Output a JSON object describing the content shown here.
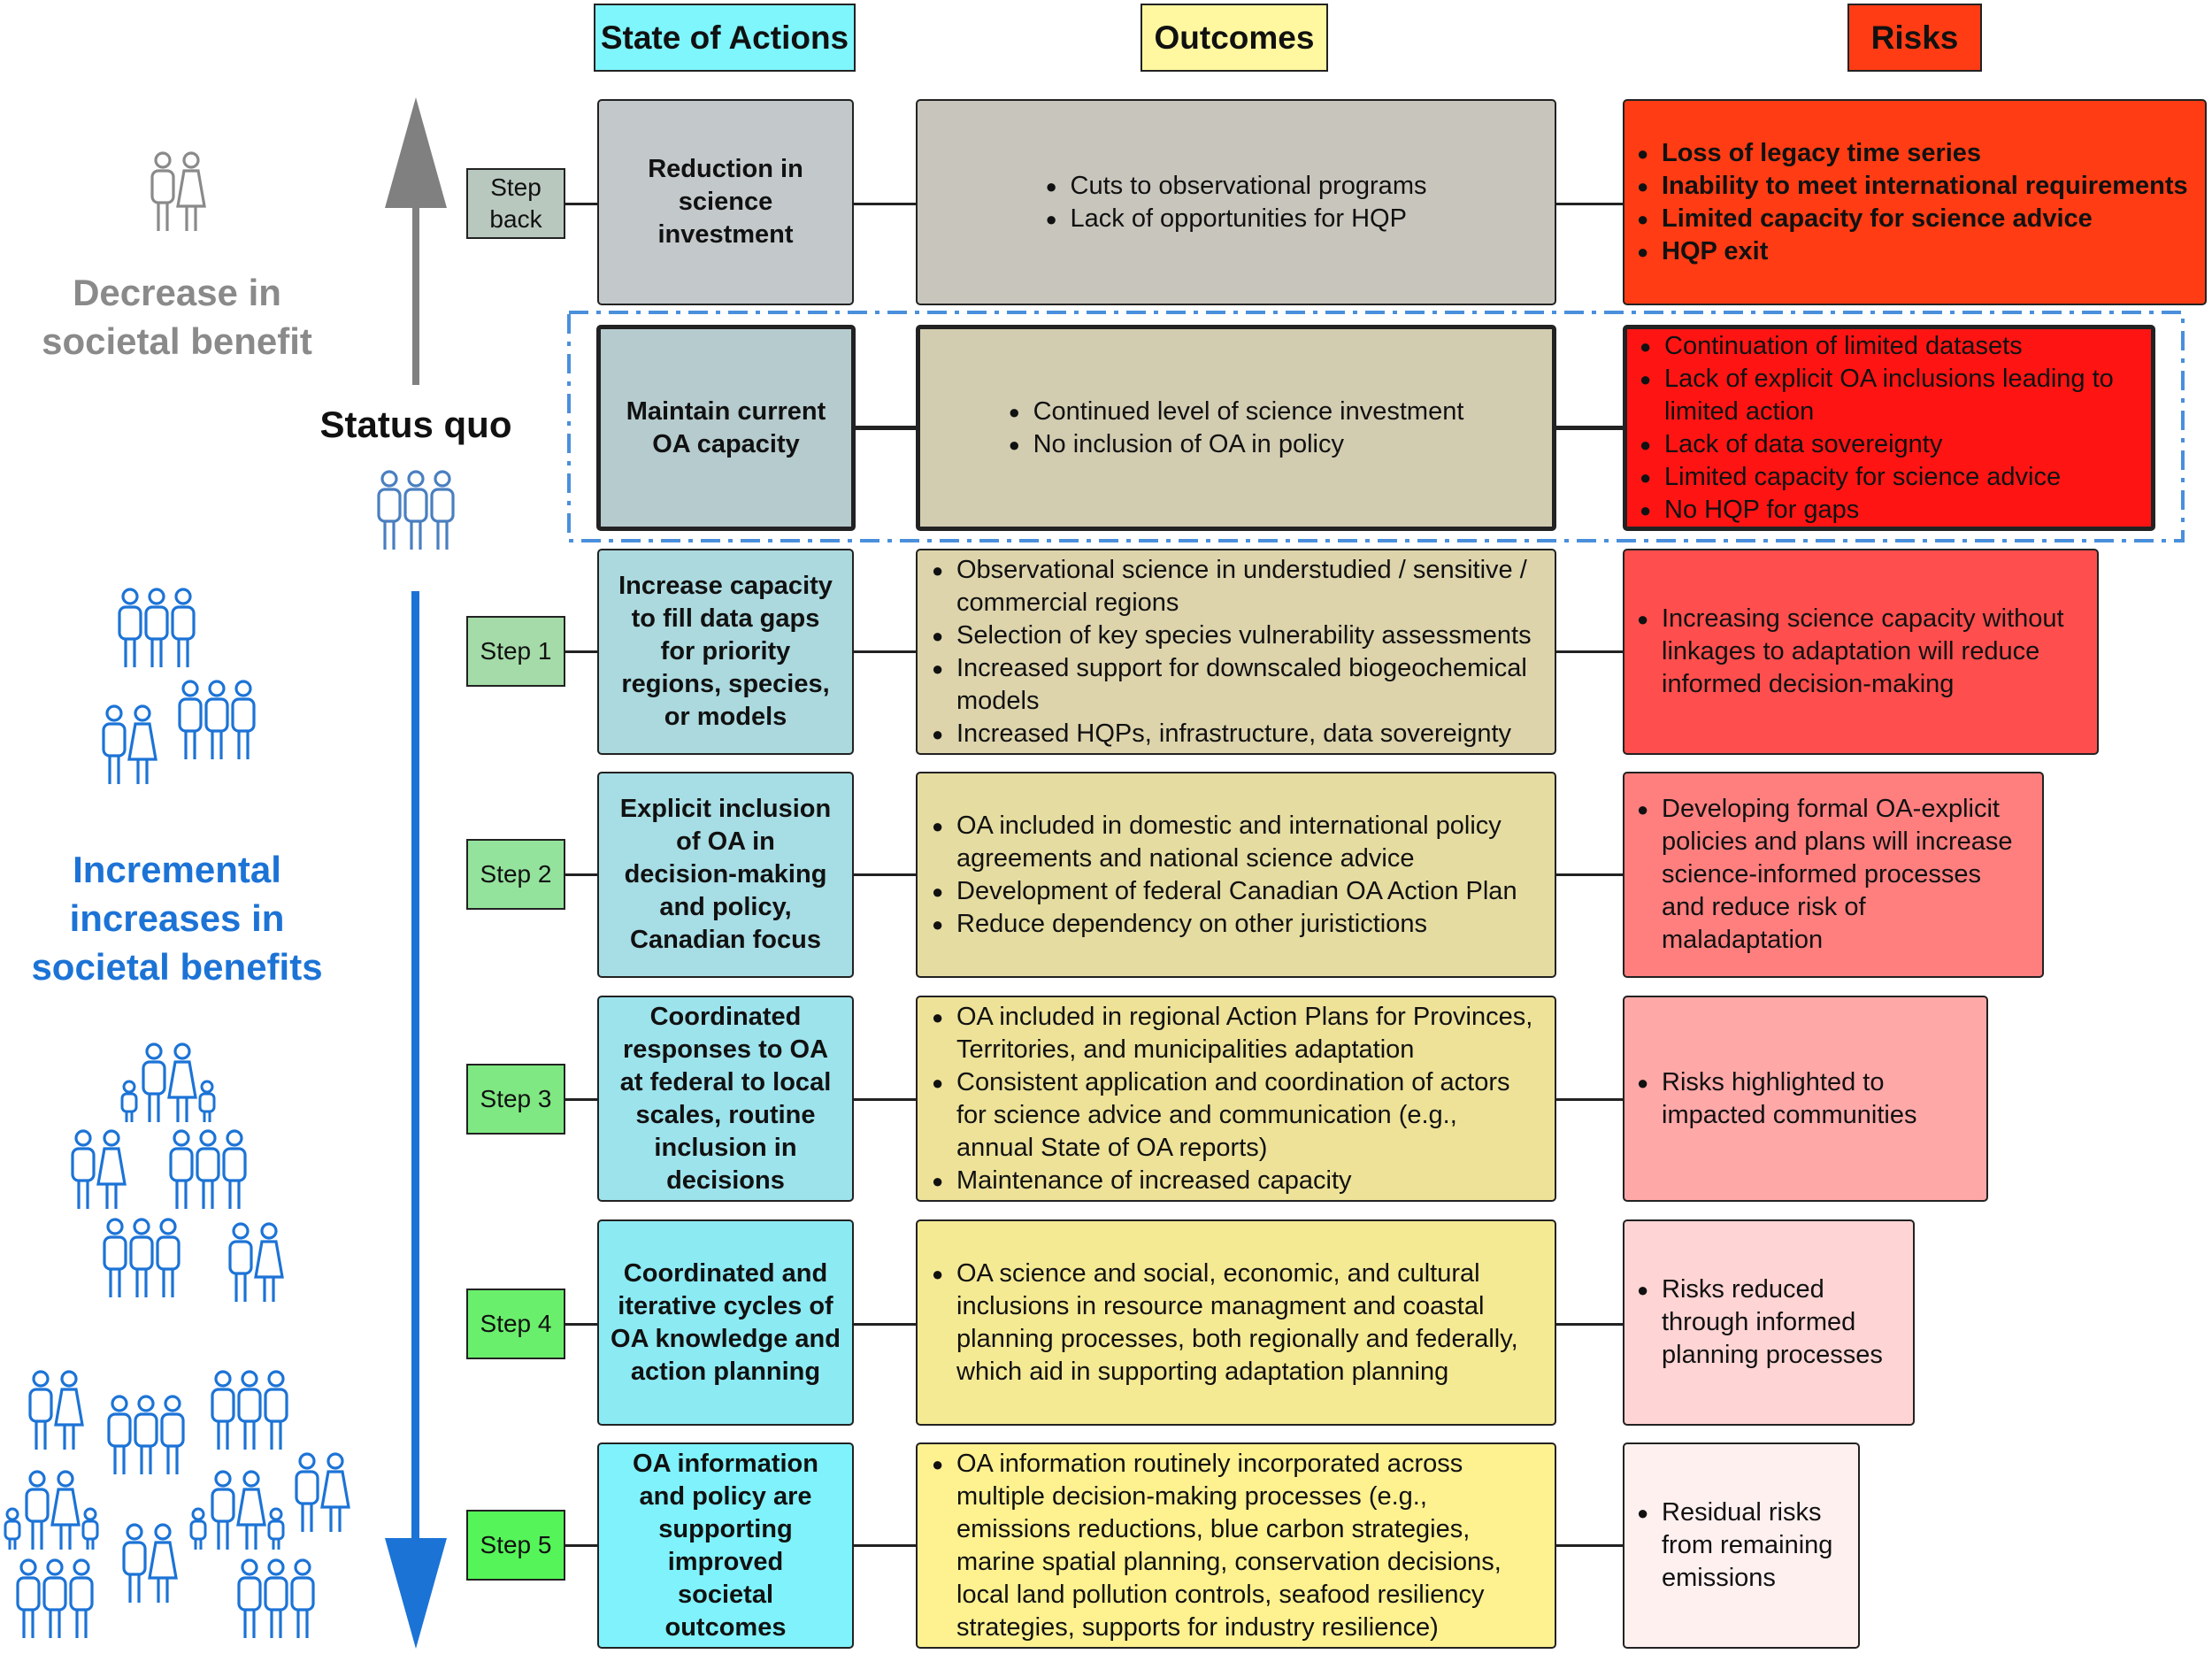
{
  "headers": {
    "actions": "State of Actions",
    "outcomes": "Outcomes",
    "risks": "Risks"
  },
  "colors": {
    "actions_header": "#7ff5fc",
    "outcomes_header": "#fff8a0",
    "risks_header": "#ff3c14",
    "status_quo_frame": "#4a8fdc",
    "decrease_text": "#8a8a8a",
    "increase_text": "#1c73d6",
    "up_arrow": "#808080",
    "down_arrow": "#1c73d6"
  },
  "side_labels": {
    "decrease": "Decrease in\nsocietal benefit",
    "status_quo": "Status quo",
    "increase": "Incremental\nincreases in\nsocietal benefits"
  },
  "icons": [
    "people-pair-gray-icon",
    "people-group-icon",
    "family-icon"
  ],
  "rows": [
    {
      "step": "Step\nback",
      "step_color": "#b9c8bf",
      "action": "Reduction in\nscience\ninvestment",
      "action_color": "#c3c9cb",
      "outcomes": [
        "Cuts to observational programs",
        "Lack of opportunities for HQP"
      ],
      "outcome_color": "#c8c6bc",
      "outcome_center": true,
      "risks": [
        "Loss of legacy time series",
        "Inability to meet international requirements",
        "Limited capacity for science advice",
        "HQP exit"
      ],
      "risk_color": "#ff3c14",
      "risk_bold": true
    },
    {
      "step": "",
      "step_color": "",
      "action": "Maintain current\nOA capacity",
      "action_color": "#b6cbcd",
      "outcomes": [
        "Continued level of science investment",
        "No inclusion of OA in policy"
      ],
      "outcome_color": "#d2ccb1",
      "outcome_center": true,
      "risks": [
        "Continuation of limited datasets",
        "Lack of explicit OA inclusions leading to limited action",
        "Lack of data sovereignty",
        "Limited capacity for science advice",
        "No HQP for gaps"
      ],
      "risk_color": "#ff1414",
      "risk_bold": false
    },
    {
      "step": "Step 1",
      "step_color": "#a4dba8",
      "action": "Increase capacity\nto fill data gaps\nfor priority\nregions, species,\nor models",
      "action_color": "#abd9de",
      "outcomes": [
        "Observational science in understudied / sensitive / commercial regions",
        "Selection of key species vulnerability assessments",
        "Increased support for downscaled biogeochemical models",
        "Increased HQPs, infrastructure, data sovereignty"
      ],
      "outcome_color": "#ddd4ac",
      "outcome_center": false,
      "risks": [
        "Increasing science capacity without linkages to adaptation will reduce informed decision-making"
      ],
      "risk_color": "#ff4e4e",
      "risk_bold": false
    },
    {
      "step": "Step 2",
      "step_color": "#94e39c",
      "action": "Explicit inclusion\nof OA in\ndecision-making\nand policy,\nCanadian focus",
      "action_color": "#a7dde4",
      "outcomes": [
        "OA included in domestic and international policy agreements and national science advice",
        "Development of federal Canadian OA Action Plan",
        "Reduce dependency on other juristictions"
      ],
      "outcome_color": "#e5dca1",
      "outcome_center": false,
      "risks": [
        "Developing formal OA-explicit policies and plans will increase science-informed processes and reduce risk of maladaptation"
      ],
      "risk_color": "#ff7f7f",
      "risk_bold": false
    },
    {
      "step": "Step 3",
      "step_color": "#7fe882",
      "action": "Coordinated\nresponses to OA\nat federal to local\nscales, routine\ninclusion in\ndecisions",
      "action_color": "#9de3ec",
      "outcomes": [
        "OA included in regional Action Plans for Provinces, Territories, and municipalities adaptation",
        "Consistent application and coordination of actors for science advice and communication (e.g., annual State of OA reports)",
        "Maintenance of increased capacity"
      ],
      "outcome_color": "#ede298",
      "outcome_center": false,
      "risks": [
        "Risks highlighted to impacted communities"
      ],
      "risk_color": "#ffa8a8",
      "risk_bold": false
    },
    {
      "step": "Step 4",
      "step_color": "#6aef6c",
      "action": "Coordinated and\niterative cycles of\nOA knowledge and\naction planning",
      "action_color": "#8ceaf3",
      "outcomes": [
        "OA science and social, economic, and cultural inclusions in resource managment and coastal planning processes, both regionally and federally, which aid in supporting adaptation planning"
      ],
      "outcome_color": "#f5ea94",
      "outcome_center": false,
      "risks": [
        "Risks reduced through informed planning processes"
      ],
      "risk_color": "#ffd4d4",
      "risk_bold": false
    },
    {
      "step": "Step 5",
      "step_color": "#55f559",
      "action": "OA information\nand policy are\nsupporting\nimproved\nsocietal\noutcomes",
      "action_color": "#7ff2fb",
      "outcomes": [
        "OA information routinely incorporated across multiple decision-making processes (e.g., emissions reductions, blue carbon strategies, marine spatial planning, conservation decisions, local land pollution controls, seafood resiliency strategies, supports for industry resilience)"
      ],
      "outcome_color": "#fdf190",
      "outcome_center": false,
      "risks": [
        "Residual risks from remaining emissions"
      ],
      "risk_color": "#fff0f0",
      "risk_bold": false
    }
  ]
}
